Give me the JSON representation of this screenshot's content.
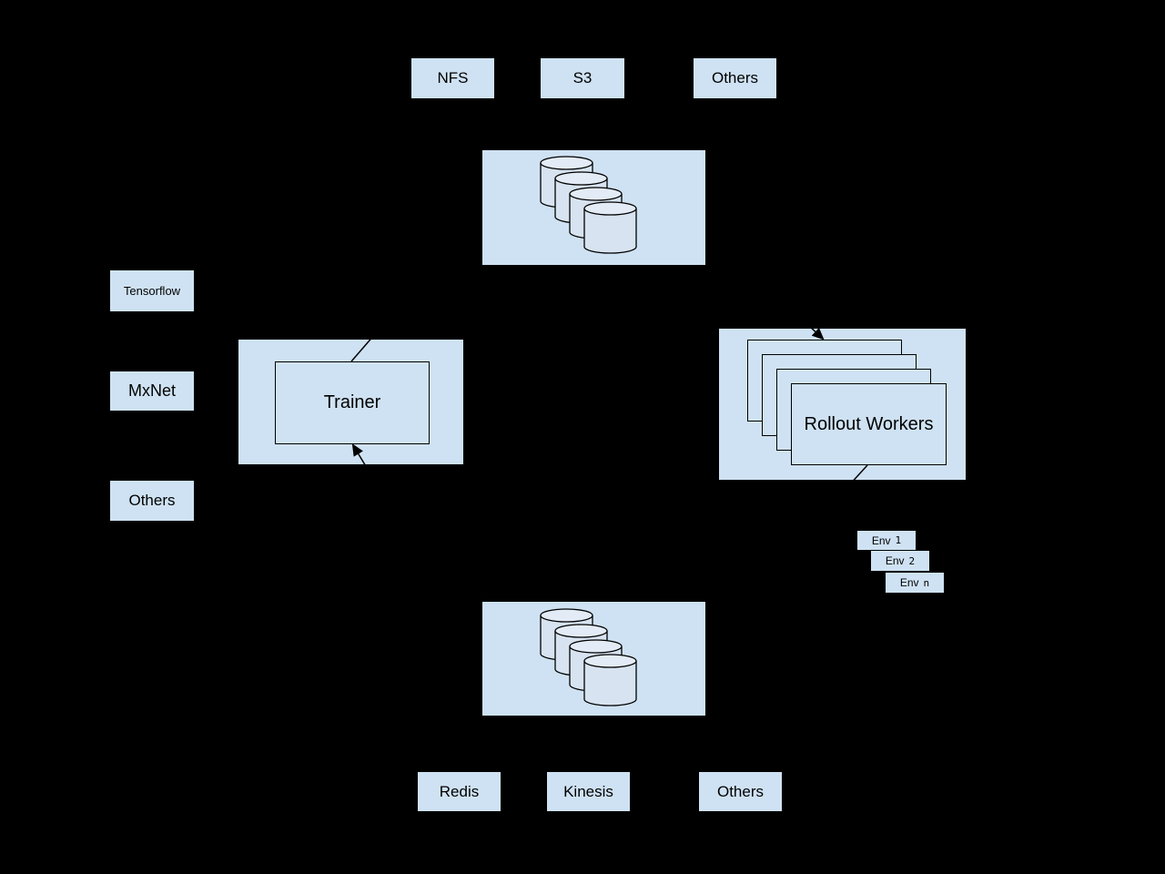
{
  "colors": {
    "background": "#000000",
    "node_fill": "#cfe2f3",
    "cylinder_body": "#d7e3f0",
    "cylinder_top": "#e3ebf6",
    "line": "#000000",
    "text": "#000000"
  },
  "top_storage": {
    "nfs": "NFS",
    "s3": "S3",
    "others": "Others"
  },
  "frameworks": {
    "tensorflow": "Tensorflow",
    "mxnet": "MxNet",
    "others": "Others"
  },
  "trainer": {
    "label": "Trainer"
  },
  "rollout": {
    "label": "Rollout Workers"
  },
  "envs": [
    {
      "prefix": "Env",
      "suffix": "1"
    },
    {
      "prefix": "Env",
      "suffix": "2"
    },
    {
      "prefix": "Env",
      "suffix": "n"
    }
  ],
  "bottom_backends": {
    "redis": "Redis",
    "kinesis": "Kinesis",
    "others": "Others"
  }
}
